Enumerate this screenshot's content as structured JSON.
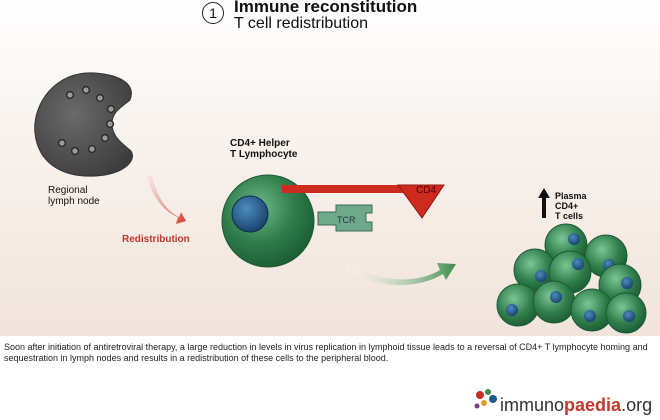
{
  "header": {
    "step_number": "1",
    "title": "Immune reconstitution",
    "subtitle": "T cell redistribution"
  },
  "labels": {
    "lymph_node_line1": "Regional",
    "lymph_node_line2": "lymph node",
    "redistribution": "Redistribution",
    "tcell_line1": "CD4+ Helper",
    "tcell_line2": "T Lymphocyte",
    "cd4": "CD4",
    "tcr": "TCR",
    "plasma_line1": "Plasma",
    "plasma_line2": "CD4+",
    "plasma_line3": "T cells"
  },
  "caption": "Soon after initiation of antiretroviral therapy, a large reduction in levels in virus replication in lymphoid tissue leads to a reversal of CD4+ T lymphocyte homing and sequestration in lymph nodes and results in a redistribution of these cells to the peripheral blood.",
  "logo": {
    "part1": "immuno",
    "part2": "paedia",
    "part3": ".org"
  },
  "colors": {
    "cell_green": "#2f7d4b",
    "nucleus_blue": "#1f5b8a",
    "cd4_red": "#cc2b1d",
    "arrow_red": "#d23a2a",
    "arrow_green": "#3d8c4a",
    "lymph_gray": "#555555"
  }
}
